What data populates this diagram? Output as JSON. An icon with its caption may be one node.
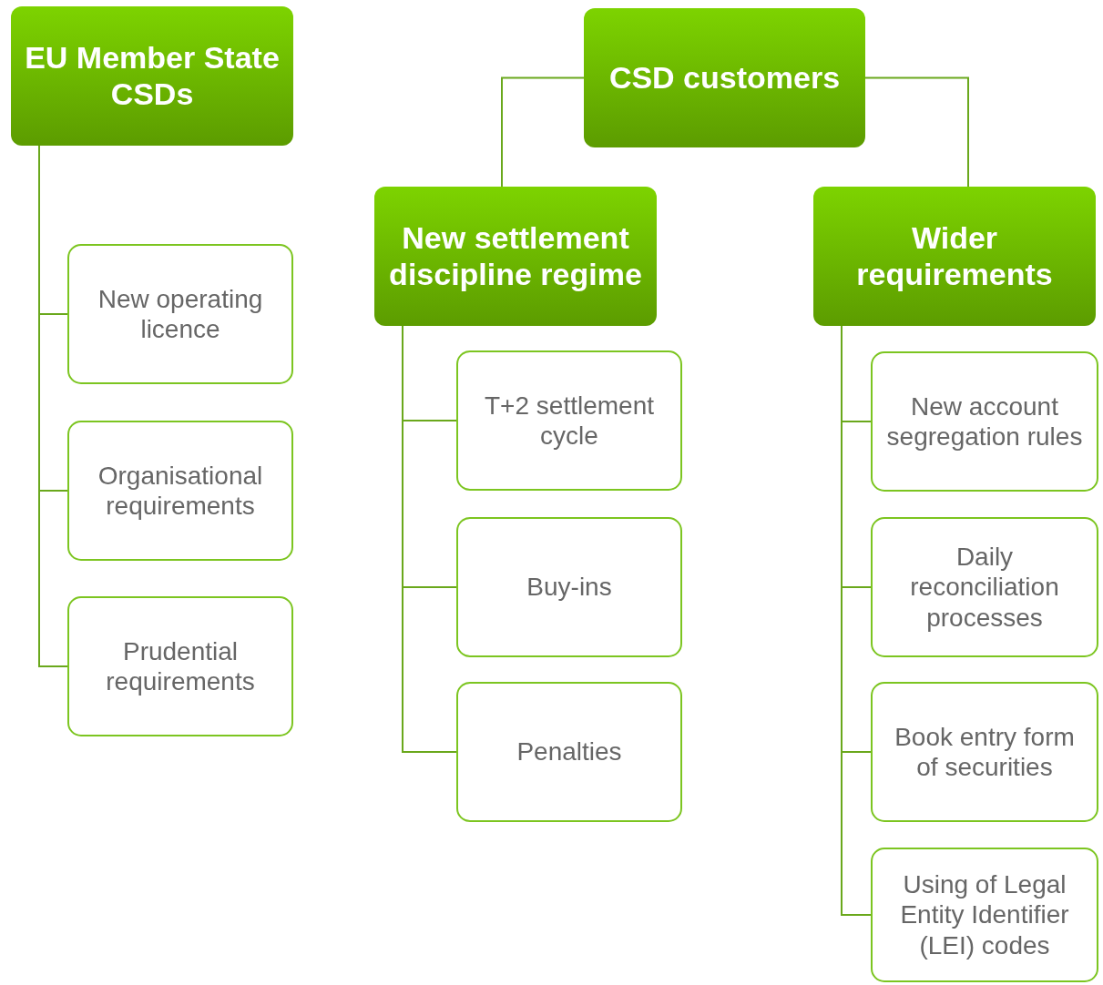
{
  "diagram": {
    "nodes": [
      {
        "text": [
          "EU Member State CSDs"
        ]
      },
      {
        "text": [
          "New operating licence"
        ]
      },
      {
        "text": [
          "Organisational requirements"
        ]
      },
      {
        "text": [
          "Prudential requirements"
        ]
      },
      {
        "text": [
          "CSD customers"
        ]
      },
      {
        "text": [
          "New settlement discipline regime"
        ]
      },
      {
        "text": [
          "T+2 settlement cycle"
        ]
      },
      {
        "text": [
          "Buy-ins"
        ]
      },
      {
        "text": [
          "Penalties"
        ]
      },
      {
        "text": [
          "Wider requirements"
        ]
      },
      {
        "text": [
          "New account segregation rules"
        ]
      },
      {
        "text": [
          "Daily reconciliation processes"
        ]
      },
      {
        "text": [
          "Book entry form of securities"
        ]
      },
      {
        "text": [
          "Using of Legal Entity Identifier (LEI) codes"
        ]
      }
    ],
    "edges": [
      {
        "from": 0,
        "to": 1,
        "arrow": "none"
      },
      {
        "from": 0,
        "to": 2,
        "arrow": "none"
      },
      {
        "from": 0,
        "to": 3,
        "arrow": "none"
      },
      {
        "from": 4,
        "to": 5,
        "arrow": "none"
      },
      {
        "from": 4,
        "to": 9,
        "arrow": "none"
      },
      {
        "from": 5,
        "to": 6,
        "arrow": "none"
      },
      {
        "from": 5,
        "to": 7,
        "arrow": "none"
      },
      {
        "from": 5,
        "to": 8,
        "arrow": "none"
      },
      {
        "from": 9,
        "to": 10,
        "arrow": "none"
      },
      {
        "from": 9,
        "to": 11,
        "arrow": "none"
      },
      {
        "from": 9,
        "to": 12,
        "arrow": "none"
      },
      {
        "from": 9,
        "to": 13,
        "arrow": "none"
      }
    ]
  }
}
